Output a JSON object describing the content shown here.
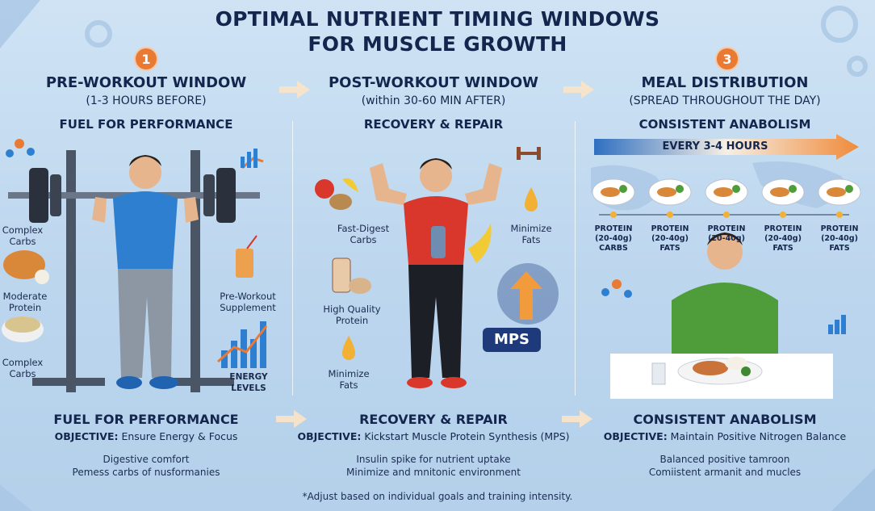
{
  "title_line1": "OPTIMAL NUTRIENT TIMING WINDOWS",
  "title_line2": "FOR MUSCLE GROWTH",
  "col1": {
    "badge": "1",
    "title": "PRE-WORKOUT WINDOW",
    "subtitle": "(1-3 HOURS BEFORE)",
    "tag": "FUEL FOR PERFORMANCE",
    "labels": {
      "complex_carbs_1": "Complex\nCarbs",
      "moderate_protein": "Moderate\nProtein",
      "complex_carbs_2": "Complex\nCarbs",
      "supplement": "Pre-Workout\nSupplement",
      "energy": "ENERGY LEVELS"
    },
    "foot_title": "FUEL FOR PERFORMANCE",
    "objective_label": "OBJECTIVE:",
    "objective_text": "Ensure Energy & Focus",
    "note1": "Digestive comfort",
    "note2": "Pemess carbs of nusformanies"
  },
  "col2": {
    "title": "POST-WORKOUT WINDOW",
    "subtitle": "(within 30-60 MIN AFTER)",
    "tag": "RECOVERY & REPAIR",
    "labels": {
      "fast_carbs": "Fast-Digest\nCarbs",
      "quality_protein": "High Quality\nProtein",
      "min_fats_1": "Minimize\nFats",
      "min_fats_2": "Minimize\nFats",
      "mps": "MPS"
    },
    "foot_title": "RECOVERY & REPAIR",
    "objective_label": "OBJECTIVE:",
    "objective_text": "Kickstart Muscle Protein Synthesis (MPS)",
    "note1": "Insulin spike for nutrient uptake",
    "note2": "Minimize and mnitonic environment"
  },
  "col3": {
    "badge": "3",
    "title": "MEAL DISTRIBUTION",
    "subtitle": "(SPREAD THROUGHOUT THE DAY)",
    "tag": "CONSISTENT ANABOLISM",
    "every": "EVERY 3-4 HOURS",
    "meals": [
      {
        "l1": "PROTEIN",
        "l2": "(20-40g)",
        "l3": "CARBS"
      },
      {
        "l1": "PROTEIN",
        "l2": "(20-40g)",
        "l3": "FATS"
      },
      {
        "l1": "PROTEIN",
        "l2": "(20-40g)",
        "l3": ""
      },
      {
        "l1": "PROTEIN",
        "l2": "(20-40g)",
        "l3": "FATS"
      },
      {
        "l1": "PROTEIN",
        "l2": "(20-40g)",
        "l3": "FATS"
      }
    ],
    "foot_title": "CONSISTENT ANABOLISM",
    "objective_label": "OBJECTIVE:",
    "objective_text": "Maintain Positive Nitrogen Balance",
    "note1": "Balanced positive tamroon",
    "note2": "Comiistent armanit and mucles"
  },
  "footer": "*Adjust based on individual goals and training intensity.",
  "colors": {
    "navy": "#14264d",
    "orange": "#e97a34",
    "blue_shirt": "#2f7fd0",
    "red_shirt": "#d9372b",
    "green_shirt": "#4f9d3a"
  }
}
